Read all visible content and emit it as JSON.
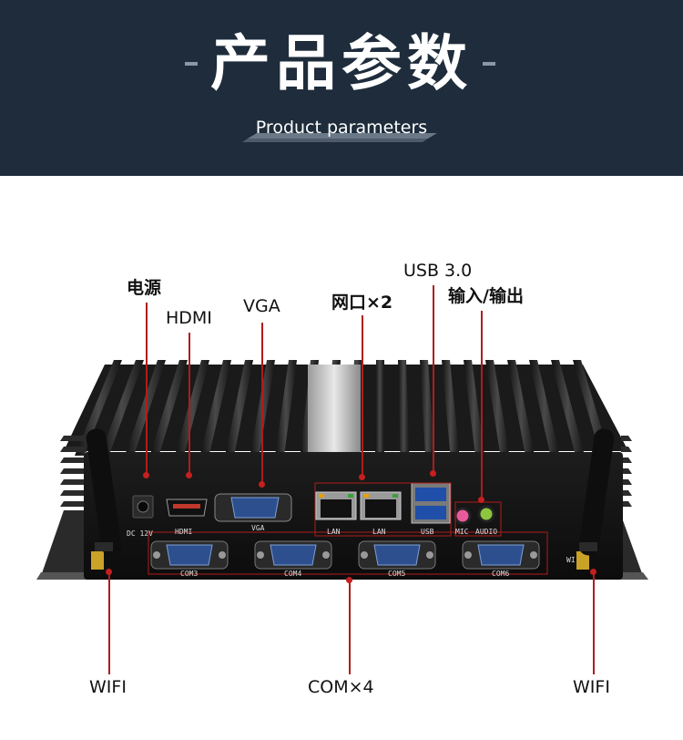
{
  "banner": {
    "title": "产品参数",
    "subtitle": "Product parameters"
  },
  "labels": {
    "power": "电源",
    "hdmi": "HDMI",
    "vga": "VGA",
    "lan": "网口×2",
    "usb": "USB 3.0",
    "audio": "输入/输出",
    "wifi_left": "WIFI",
    "com": "COM×4",
    "wifi_right": "WIFI"
  },
  "port_labels": {
    "dc": "DC 12V",
    "hdmi": "HDMI",
    "vga": "VGA",
    "lan1": "LAN",
    "lan2": "LAN",
    "usb": "USB",
    "mic": "MIC",
    "audio": "AUDIO",
    "com3": "COM3",
    "com4": "COM4",
    "com5": "COM5",
    "com6": "COM6",
    "wifi_tag": "WI"
  },
  "colors": {
    "banner_bg": "#1e2c3b",
    "callout_line": "#b01c1c",
    "device_body": "#1a1a1a",
    "vga_port": "#2d4f8e",
    "usb_port": "#1f4fa8",
    "mic_jack": "#e85a9b",
    "audio_jack": "#8cc63f",
    "antenna_gold": "#c9a227"
  }
}
